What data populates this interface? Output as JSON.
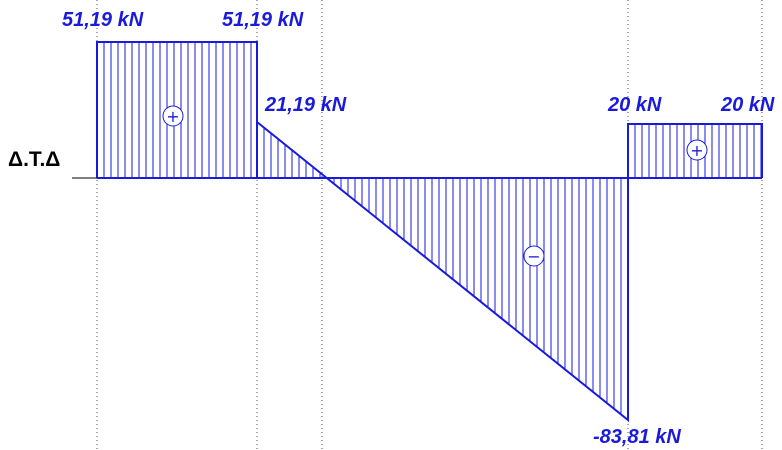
{
  "diagram": {
    "axis_title": "Δ.Τ.Δ",
    "colors": {
      "stroke": "#1a1adb",
      "baseline": "#000000",
      "guides": "#555555"
    },
    "segments": [
      {
        "id": "seg1",
        "type": "constant",
        "from_node": 0,
        "to_node": 1,
        "value_start": 51.19,
        "value_end": 51.19,
        "sign": "positive"
      },
      {
        "id": "seg2",
        "type": "linear",
        "from_node": 1,
        "to_node": 3,
        "value_start": 21.19,
        "value_end": -83.81,
        "sign": "mixed"
      },
      {
        "id": "seg3",
        "type": "constant",
        "from_node": 3,
        "to_node": 4,
        "value_start": 20,
        "value_end": 20,
        "sign": "positive"
      }
    ],
    "value_labels": [
      {
        "id": "v1",
        "text": "51,19 kN"
      },
      {
        "id": "v2",
        "text": "51,19 kN"
      },
      {
        "id": "v3",
        "text": "21,19 kN"
      },
      {
        "id": "v4",
        "text": "20 kN"
      },
      {
        "id": "v5",
        "text": "20 kN"
      },
      {
        "id": "v6",
        "text": "-83,81 kN"
      }
    ],
    "sign_symbols": [
      {
        "id": "s1",
        "symbol": "+"
      },
      {
        "id": "s2",
        "symbol": "−"
      },
      {
        "id": "s3",
        "symbol": "+"
      }
    ]
  }
}
